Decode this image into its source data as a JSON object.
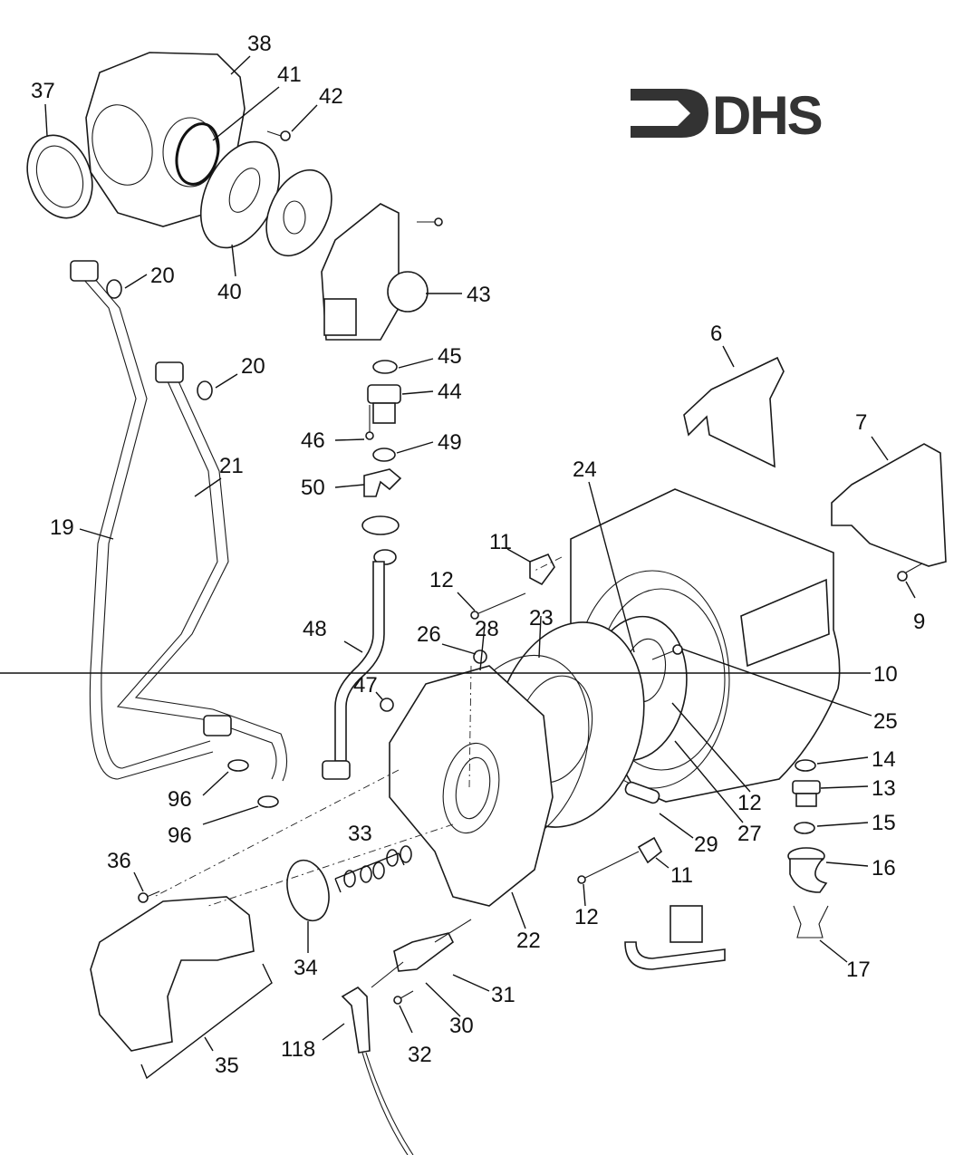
{
  "logo": {
    "text": "DHS",
    "icon": "arrow-bracket-logo-icon",
    "color": "#333333"
  },
  "diagram": {
    "type": "exploded-parts-diagram",
    "line_color": "#1a1a1a",
    "background": "#ffffff",
    "part_labels": {
      "l38": "38",
      "l37": "37",
      "l41": "41",
      "l42": "42",
      "l40": "40",
      "l43": "43",
      "l20a": "20",
      "l20b": "20",
      "l45": "45",
      "l44": "44",
      "l46": "46",
      "l49": "49",
      "l50": "50",
      "l6": "6",
      "l7": "7",
      "l21": "21",
      "l19": "19",
      "l24": "24",
      "l11a": "11",
      "l12a": "12",
      "l9": "9",
      "l26": "26",
      "l28": "28",
      "l23": "23",
      "l48": "48",
      "l10": "10",
      "l47": "47",
      "l25": "25",
      "l14": "14",
      "l13": "13",
      "l12b": "12",
      "l96a": "96",
      "l96b": "96",
      "l15": "15",
      "l33": "33",
      "l29": "29",
      "l27": "27",
      "l36": "36",
      "l11b": "11",
      "l16": "16",
      "l22": "22",
      "l12c": "12",
      "l34": "34",
      "l17": "17",
      "l31": "31",
      "l30": "30",
      "l118": "118",
      "l32": "32",
      "l35": "35"
    }
  }
}
